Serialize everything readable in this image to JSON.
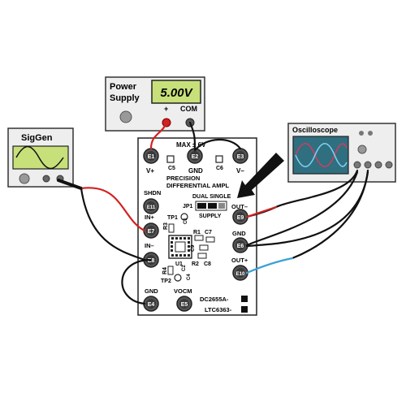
{
  "power_supply": {
    "title_line1": "Power",
    "title_line2": "Supply",
    "display": "5.00V",
    "plus_label": "+",
    "com_label": "COM"
  },
  "siggen": {
    "title": "SigGen"
  },
  "oscilloscope": {
    "title": "Oscilloscope"
  },
  "board": {
    "max_label": "MAX ± 6V",
    "heading_line1": "PRECISION",
    "heading_line2": "DIFFERENTIAL AMPL",
    "jumper_label": "JP1",
    "jumper_options": "DUAL SINGLE",
    "supply_label": "SUPPLY",
    "model_line1": "DC2655A-",
    "model_line2": "LTC6363-",
    "components": {
      "c5": "C5",
      "c6": "C6",
      "tp1": "TP1",
      "tp2": "TP2",
      "r1": "R1",
      "r2": "R2",
      "r3": "R3",
      "r4": "R4",
      "c1": "C1",
      "c2": "C2",
      "c4": "C4",
      "c7": "C7",
      "c8": "C8",
      "c9": "C9",
      "u1": "U1"
    },
    "terminals": {
      "e1": {
        "id": "E1",
        "label": "V+"
      },
      "e2": {
        "id": "E2",
        "label": "GND"
      },
      "e3": {
        "id": "E3",
        "label": "V–"
      },
      "e11": {
        "id": "E11",
        "label": "SHDN"
      },
      "e7": {
        "id": "E7",
        "label": "IN+"
      },
      "e8": {
        "id": "E8",
        "label": "IN–"
      },
      "e4": {
        "id": "E4",
        "label": "GND"
      },
      "e5": {
        "id": "E5",
        "label": "VOCM"
      },
      "e9": {
        "id": "E9",
        "label": "OUT–"
      },
      "e6": {
        "id": "E6",
        "label": "GND"
      },
      "e10": {
        "id": "E10",
        "label": "OUT+"
      }
    }
  },
  "colors": {
    "red_wire": "#d32020",
    "black_wire": "#111111",
    "blue_wire": "#3aa0d8",
    "screen_green": "#c8e07a",
    "scope_screen": "#2f6f80",
    "board_bg": "#ffffff",
    "panel_bg": "#eeeeee"
  },
  "icons": [
    "arrow-icon",
    "knob-icon",
    "terminal-post-icon"
  ]
}
